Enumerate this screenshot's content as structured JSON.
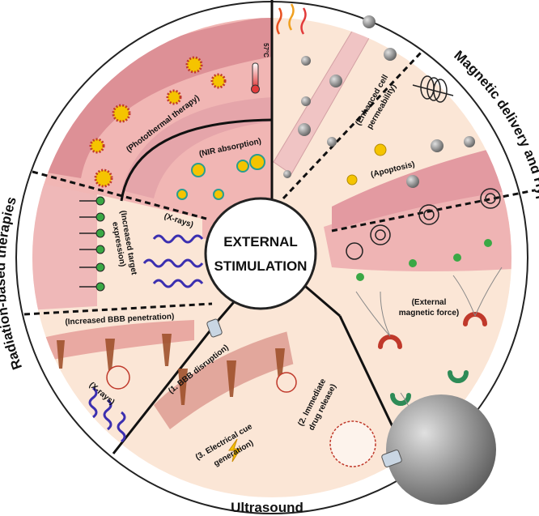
{
  "center": {
    "line1": "EXTERNAL",
    "line2": "STIMULATION"
  },
  "outer_labels": {
    "radiation": "Radiation-based therapies",
    "magnetic": "Magnetic delivery and Hyperthermia",
    "ultrasound": "Ultrasound"
  },
  "inner_labels": {
    "photothermal": "(Photothermal therapy)",
    "temperature": "57°C",
    "nir": "(NIR absorption)",
    "enhanced_line1": "(Enhanced cell",
    "enhanced_line2": "permeability)",
    "apoptosis": "(Apoptosis)",
    "xrays_top": "(X-rays)",
    "target_line1": "(Increased target",
    "target_line2": "expression)",
    "bbb_penetration": "(Increased BBB penetration)",
    "magnetic_force_line1": "(External",
    "magnetic_force_line2": "magnetic force)",
    "xrays_bottom": "(X-rays)",
    "bbb_disruption": "(1. BBB disruption)",
    "drug_release_line1": "(2. Immediate",
    "drug_release_line2": "drug release)",
    "electrical_line1": "(3. Electrical cue",
    "electrical_line2": "generation)"
  },
  "colors": {
    "tissue": "#e8a3a6",
    "tissue_dark": "#c96f78",
    "background": "#fbe6d6",
    "nanoparticle": "#f5c400",
    "wave": "#3b2fb0",
    "marker": "#3aa845",
    "neuron": "#a0522d"
  }
}
